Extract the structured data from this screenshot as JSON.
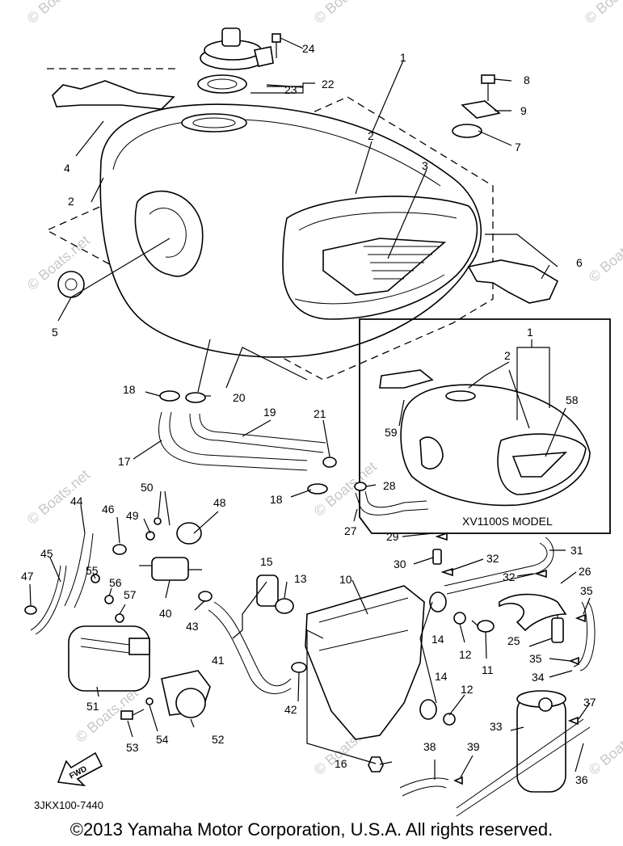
{
  "diagram": {
    "drawing_code": "3JKX100-7440",
    "inset_label": "XV1100S MODEL",
    "fwd_label": "FWD",
    "watermark_text": "© Boats.net",
    "copyright": "©2013 Yamaha Motor Corporation, U.S.A. All rights reserved.",
    "callouts": [
      "1",
      "2",
      "2",
      "3",
      "4",
      "5",
      "6",
      "7",
      "8",
      "9",
      "10",
      "11",
      "12",
      "12",
      "13",
      "14",
      "14",
      "15",
      "16",
      "17",
      "18",
      "18",
      "19",
      "20",
      "21",
      "22",
      "23",
      "24",
      "25",
      "26",
      "27",
      "28",
      "29",
      "30",
      "31",
      "32",
      "32",
      "33",
      "34",
      "35",
      "35",
      "36",
      "37",
      "38",
      "39",
      "40",
      "41",
      "42",
      "43",
      "44",
      "45",
      "46",
      "47",
      "48",
      "49",
      "50",
      "51",
      "52",
      "53",
      "54",
      "55",
      "56",
      "57",
      "58",
      "59",
      "1",
      "2"
    ]
  }
}
